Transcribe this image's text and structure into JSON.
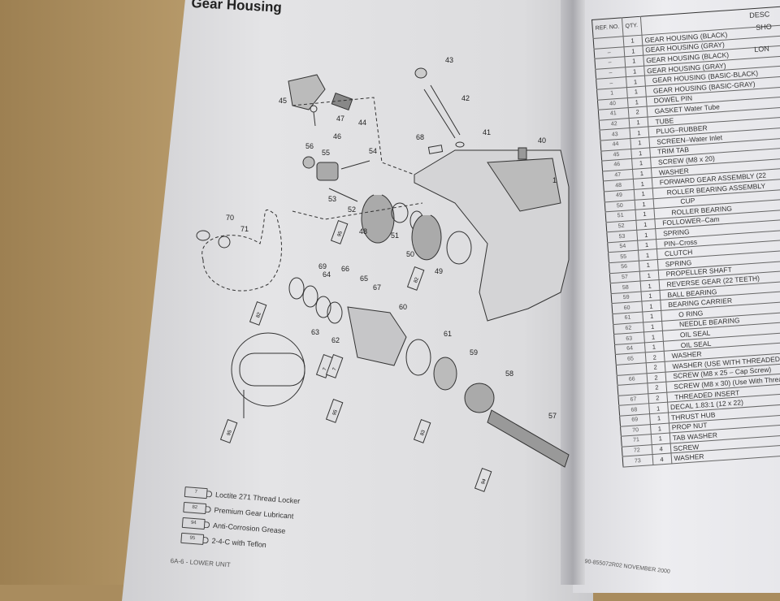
{
  "left_page": {
    "title": "Gear Housing",
    "callouts": [
      "43",
      "42",
      "41",
      "40",
      "68",
      "1",
      "45",
      "47",
      "44",
      "46",
      "56",
      "55",
      "54",
      "53",
      "52",
      "48",
      "51",
      "50",
      "49",
      "70",
      "71",
      "69",
      "64",
      "66",
      "65",
      "67",
      "60",
      "63",
      "62",
      "61",
      "59",
      "58",
      "57"
    ],
    "tube_marks": [
      "95",
      "82",
      "7",
      "7",
      "82",
      "95",
      "95",
      "83",
      "94"
    ],
    "legend": [
      {
        "code": "7",
        "label": "Loctite 271 Thread Locker"
      },
      {
        "code": "82",
        "label": "Premium Gear Lubricant"
      },
      {
        "code": "94",
        "label": "Anti-Corrosion Grease"
      },
      {
        "code": "95",
        "label": "2-4-C with Teflon"
      }
    ],
    "footer": "6A-6 - LOWER UNIT"
  },
  "right_page": {
    "header": {
      "ref": "REF. NO.",
      "qty": "QTY.",
      "desc": "DESC",
      "side_short": "SHO",
      "side_long": "LON"
    },
    "rows": [
      {
        "ref": "",
        "qty": "1",
        "desc": "GEAR HOUSING (BLACK)"
      },
      {
        "ref": "–",
        "qty": "1",
        "desc": "GEAR HOUSING (GRAY)"
      },
      {
        "ref": "–",
        "qty": "1",
        "desc": "GEAR HOUSING (BLACK)"
      },
      {
        "ref": "–",
        "qty": "1",
        "desc": "GEAR HOUSING (GRAY)"
      },
      {
        "ref": "–",
        "qty": "1",
        "desc": "GEAR HOUSING (BASIC-BLACK)"
      },
      {
        "ref": "1",
        "qty": "1",
        "desc": "GEAR HOUSING (BASIC-GRAY)"
      },
      {
        "ref": "40",
        "qty": "1",
        "desc": "DOWEL PIN"
      },
      {
        "ref": "41",
        "qty": "2",
        "desc": "GASKET Water Tube"
      },
      {
        "ref": "42",
        "qty": "1",
        "desc": "TUBE"
      },
      {
        "ref": "43",
        "qty": "1",
        "desc": "PLUG–RUBBER"
      },
      {
        "ref": "44",
        "qty": "1",
        "desc": "SCREEN–Water Inlet"
      },
      {
        "ref": "45",
        "qty": "1",
        "desc": "TRIM TAB"
      },
      {
        "ref": "46",
        "qty": "1",
        "desc": "SCREW (M8 x 20)"
      },
      {
        "ref": "47",
        "qty": "1",
        "desc": "WASHER"
      },
      {
        "ref": "48",
        "qty": "1",
        "desc": "FORWARD GEAR ASSEMBLY (22"
      },
      {
        "ref": "49",
        "qty": "1",
        "desc": "ROLLER BEARING ASSEMBLY"
      },
      {
        "ref": "50",
        "qty": "1",
        "desc": "CUP"
      },
      {
        "ref": "51",
        "qty": "1",
        "desc": "ROLLER BEARING"
      },
      {
        "ref": "52",
        "qty": "1",
        "desc": "FOLLOWER–Cam"
      },
      {
        "ref": "53",
        "qty": "1",
        "desc": "SPRING"
      },
      {
        "ref": "54",
        "qty": "1",
        "desc": "PIN–Cross"
      },
      {
        "ref": "55",
        "qty": "1",
        "desc": "CLUTCH"
      },
      {
        "ref": "56",
        "qty": "1",
        "desc": "SPRING"
      },
      {
        "ref": "57",
        "qty": "1",
        "desc": "PROPELLER SHAFT"
      },
      {
        "ref": "58",
        "qty": "1",
        "desc": "REVERSE GEAR (22 TEETH)"
      },
      {
        "ref": "59",
        "qty": "1",
        "desc": "BALL BEARING"
      },
      {
        "ref": "60",
        "qty": "1",
        "desc": "BEARING CARRIER"
      },
      {
        "ref": "61",
        "qty": "1",
        "desc": "O RING"
      },
      {
        "ref": "62",
        "qty": "1",
        "desc": "NEEDLE BEARING"
      },
      {
        "ref": "63",
        "qty": "1",
        "desc": "OIL SEAL"
      },
      {
        "ref": "64",
        "qty": "1",
        "desc": "OIL SEAL"
      },
      {
        "ref": "65",
        "qty": "2",
        "desc": "WASHER"
      },
      {
        "ref": "",
        "qty": "2",
        "desc": "WASHER (USE WITH THREADED"
      },
      {
        "ref": "66",
        "qty": "2",
        "desc": "SCREW (M8 x 25 – Cap Screw)"
      },
      {
        "ref": "",
        "qty": "2",
        "desc": "SCREW (M8 x 30) (Use With Threade"
      },
      {
        "ref": "67",
        "qty": "2",
        "desc": "THREADED INSERT"
      },
      {
        "ref": "68",
        "qty": "1",
        "desc": "DECAL 1.83:1 (12 x 22)"
      },
      {
        "ref": "69",
        "qty": "1",
        "desc": "THRUST HUB"
      },
      {
        "ref": "70",
        "qty": "1",
        "desc": "PROP NUT"
      },
      {
        "ref": "71",
        "qty": "1",
        "desc": "TAB WASHER"
      },
      {
        "ref": "72",
        "qty": "4",
        "desc": "SCREW"
      },
      {
        "ref": "73",
        "qty": "4",
        "desc": "WASHER"
      }
    ],
    "footer": "90-855072R02 NOVEMBER 2000"
  }
}
